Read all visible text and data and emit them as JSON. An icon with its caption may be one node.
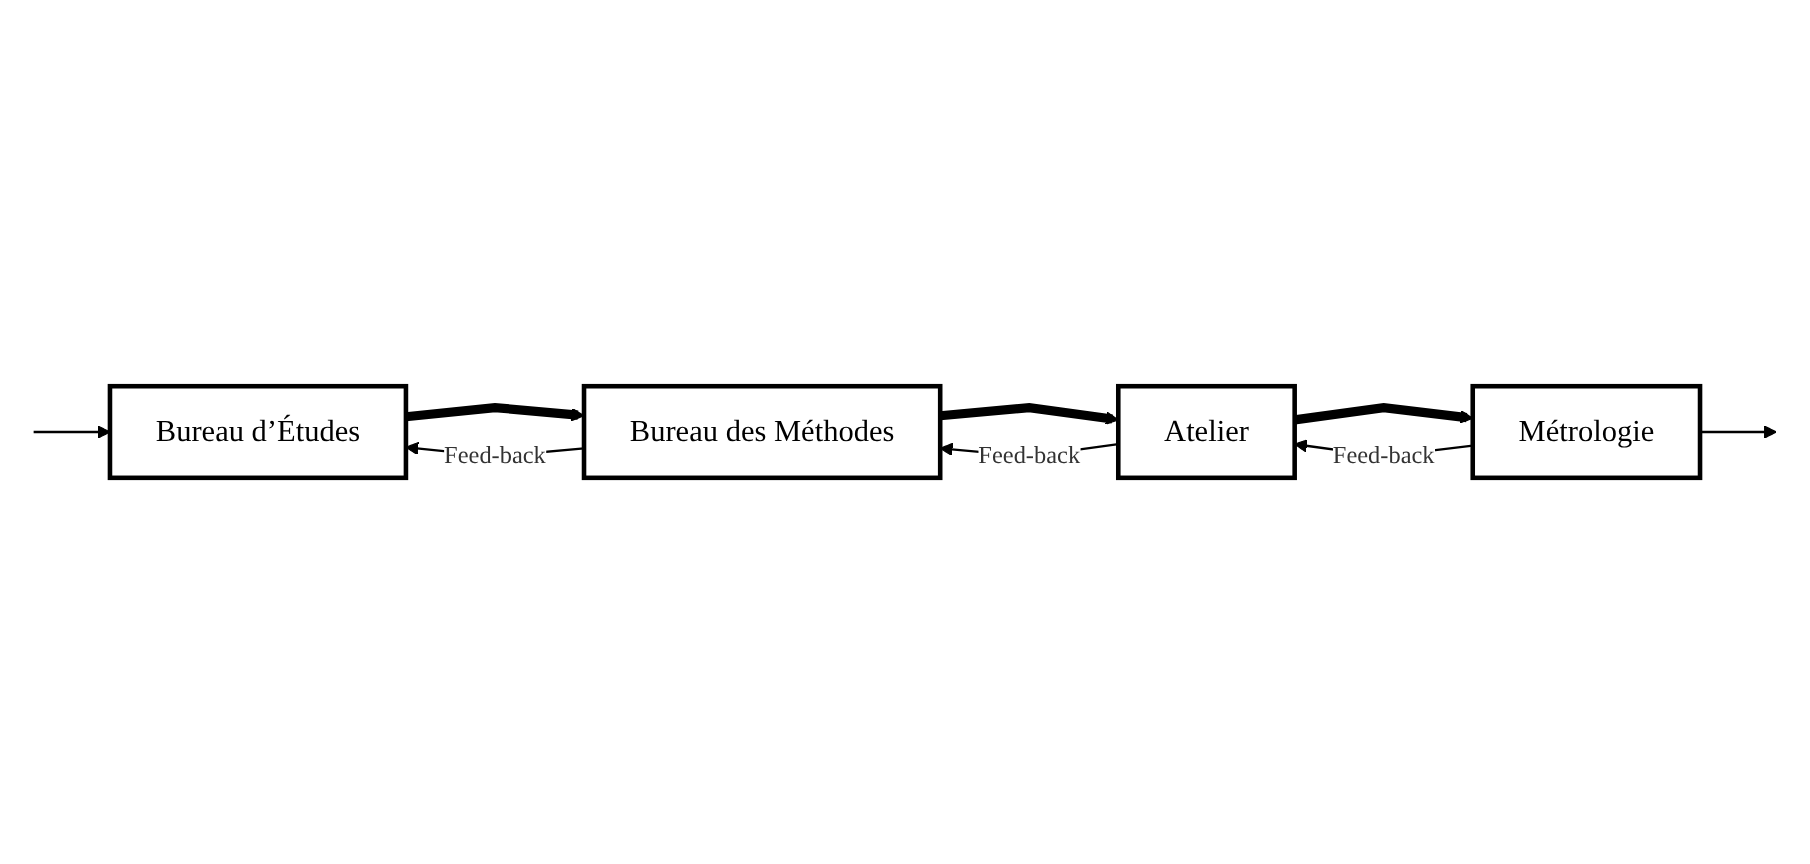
{
  "diagram": {
    "nodes": [
      {
        "text": [
          "Bureau d’Études"
        ]
      },
      {
        "text": [
          "Bureau des Méthodes"
        ]
      },
      {
        "text": [
          "Atelier"
        ]
      },
      {
        "text": [
          "Métrologie"
        ]
      }
    ],
    "edges": [
      {
        "from": null,
        "to": 0,
        "arrow": "to"
      },
      {
        "from": 0,
        "to": 1,
        "arrow": "to",
        "style": "thick"
      },
      {
        "from": 1,
        "to": 2,
        "arrow": "to",
        "style": "thick"
      },
      {
        "from": 2,
        "to": 3,
        "arrow": "to",
        "style": "thick"
      },
      {
        "from": 3,
        "to": null,
        "arrow": "to"
      },
      {
        "from": 1,
        "to": 0,
        "arrow": "to",
        "label": "Feed-back"
      },
      {
        "from": 2,
        "to": 1,
        "arrow": "to",
        "label": "Feed-back"
      },
      {
        "from": 3,
        "to": 2,
        "arrow": "to",
        "label": "Feed-back"
      }
    ]
  }
}
